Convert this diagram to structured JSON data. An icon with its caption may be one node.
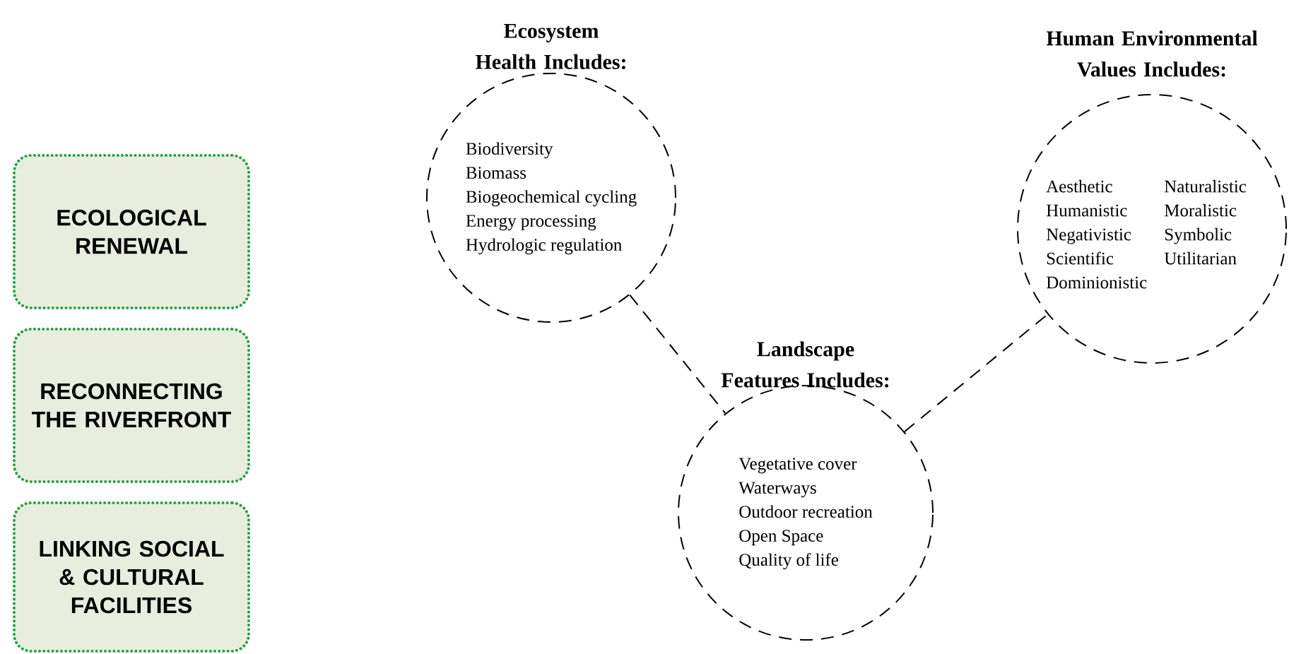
{
  "diagram": {
    "nodes": [
      {
        "text": [
          "ECOLOGICAL RENEWAL"
        ]
      },
      {
        "text": [
          "RECONNECTING THE RIVERFRONT"
        ]
      },
      {
        "text": [
          "LINKING SOCIAL & CULTURAL FACILITIES"
        ]
      },
      {
        "text": [
          "Ecosystem Health Includes:",
          "Biodiversity",
          "Biomass",
          "Biogeochemical cycling",
          "Energy processing",
          "Hydrologic regulation"
        ]
      },
      {
        "text": [
          "Landscape Features Includes:",
          "Vegetative cover",
          "Waterways",
          "Outdoor recreation",
          "Open Space",
          "Quality of life"
        ]
      },
      {
        "text": [
          "Human Environmental Values Includes:",
          "Aesthetic",
          "Humanistic",
          "Negativistic",
          "Scientific",
          "Dominionistic",
          "Naturalistic",
          "Moralistic",
          "Symbolic",
          "Utilitarian"
        ]
      }
    ],
    "edges": [
      {
        "from": 3,
        "to": 4,
        "arrow": "none",
        "style": "dashed"
      },
      {
        "from": 4,
        "to": 5,
        "arrow": "none",
        "style": "dashed"
      }
    ]
  }
}
